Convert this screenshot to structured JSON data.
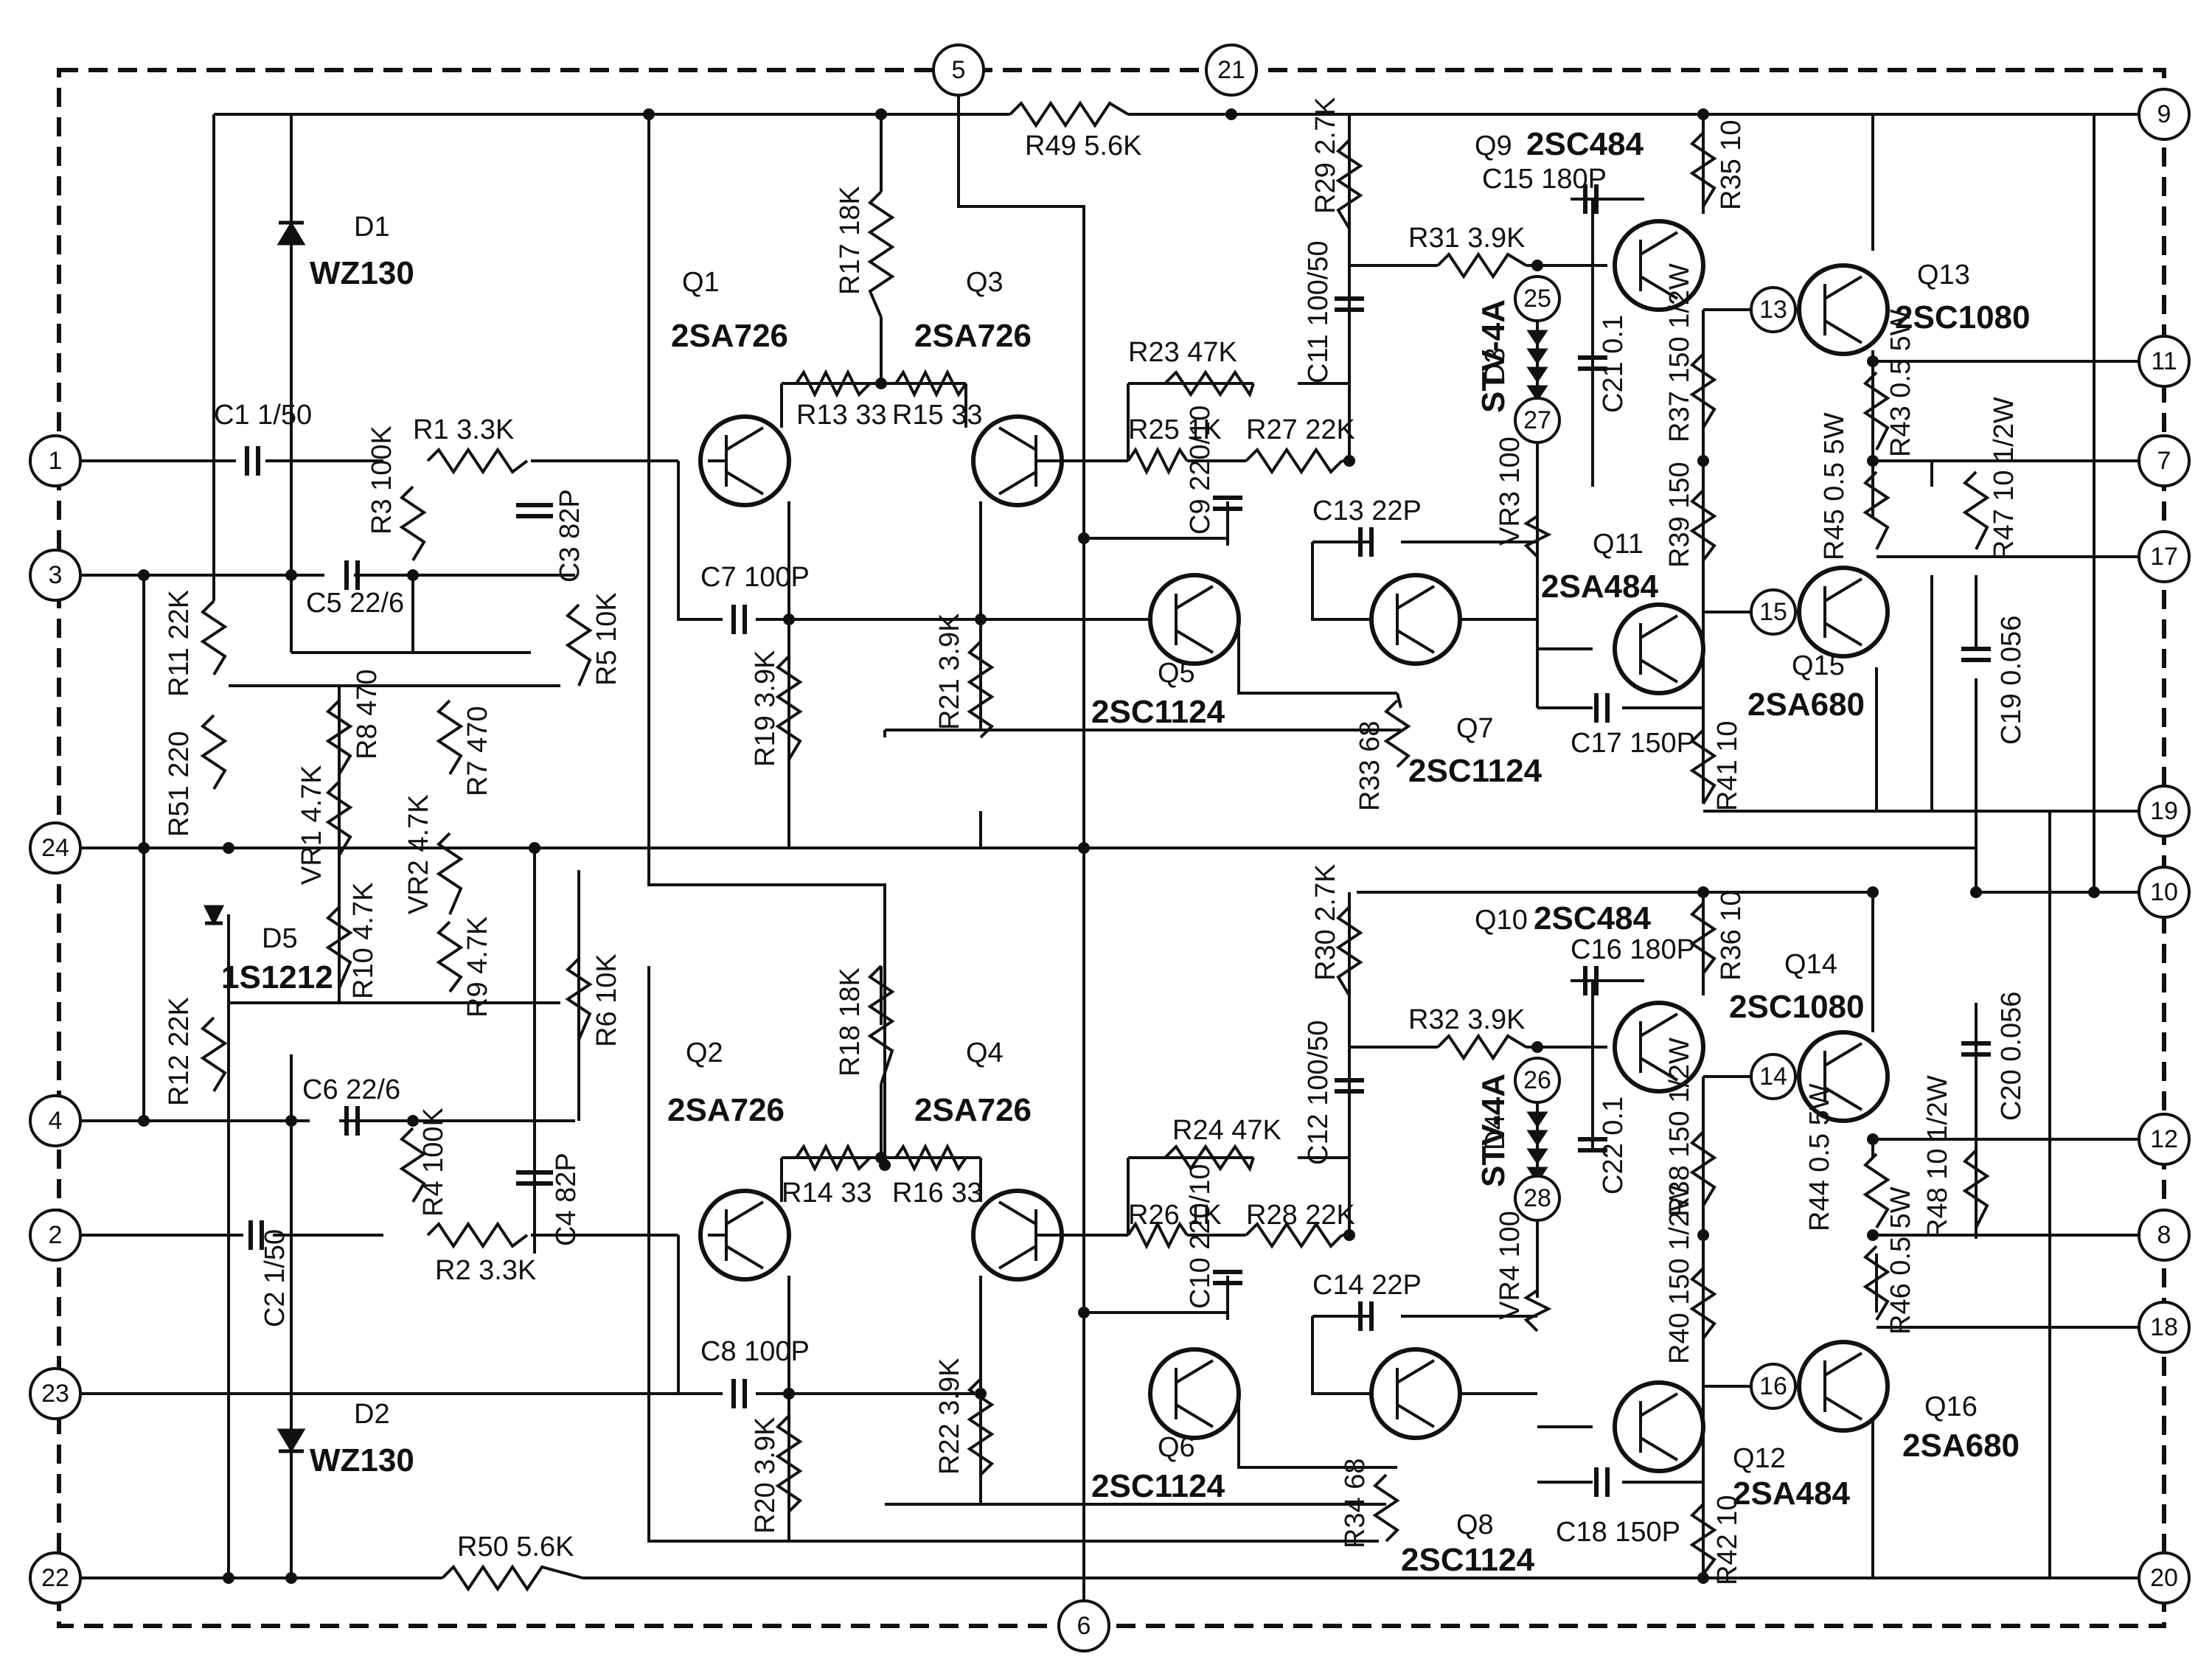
{
  "terminals": {
    "t1": "1",
    "t2": "2",
    "t3": "3",
    "t4": "4",
    "t5": "5",
    "t6": "6",
    "t7": "7",
    "t8": "8",
    "t9": "9",
    "t10": "10",
    "t11": "11",
    "t12": "12",
    "t13": "13",
    "t14": "14",
    "t15": "15",
    "t16": "16",
    "t17": "17",
    "t18": "18",
    "t19": "19",
    "t20": "20",
    "t21": "21",
    "t22": "22",
    "t23": "23",
    "t24": "24",
    "t25": "25",
    "t26": "26",
    "t27": "27",
    "t28": "28"
  },
  "transistors": {
    "q1": {
      "ref": "Q1",
      "part": "2SA726"
    },
    "q2": {
      "ref": "Q2",
      "part": "2SA726"
    },
    "q3": {
      "ref": "Q3",
      "part": "2SA726"
    },
    "q4": {
      "ref": "Q4",
      "part": "2SA726"
    },
    "q5": {
      "ref": "Q5",
      "part": "2SC1124"
    },
    "q6": {
      "ref": "Q6",
      "part": "2SC1124"
    },
    "q7": {
      "ref": "Q7",
      "part": "2SC1124"
    },
    "q8": {
      "ref": "Q8",
      "part": "2SC1124"
    },
    "q9": {
      "ref": "Q9",
      "part": "2SC484"
    },
    "q10": {
      "ref": "Q10",
      "part": "2SC484"
    },
    "q11": {
      "ref": "Q11",
      "part": "2SA484"
    },
    "q12": {
      "ref": "Q12",
      "part": "2SA484"
    },
    "q13": {
      "ref": "Q13",
      "part": "2SC1080"
    },
    "q14": {
      "ref": "Q14",
      "part": "2SC1080"
    },
    "q15": {
      "ref": "Q15",
      "part": "2SA680"
    },
    "q16": {
      "ref": "Q16",
      "part": "2SA680"
    }
  },
  "diodes": {
    "d1": {
      "ref": "D1",
      "part": "WZ130"
    },
    "d2": {
      "ref": "D2",
      "part": "WZ130"
    },
    "d3": {
      "ref": "D3",
      "part": "STV-4A"
    },
    "d4": {
      "ref": "D4",
      "part": "STV-4A"
    },
    "d5": {
      "ref": "D5",
      "part": "1S1212"
    }
  },
  "resistors": {
    "r1": "R1 3.3K",
    "r2": "R2 3.3K",
    "r3": "R3 100K",
    "r4": "R4 100K",
    "r5": "R5 10K",
    "r6": "R6 10K",
    "r7": "R7 470",
    "r8": "R8 470",
    "r9": "R9 4.7K",
    "r10": "R10 4.7K",
    "r11": "R11 22K",
    "r12": "R12 22K",
    "r13": "R13 33",
    "r14": "R14 33",
    "r15": "R15 33",
    "r16": "R16 33",
    "r17": "R17 18K",
    "r18": "R18 18K",
    "r19": "R19 3.9K",
    "r20": "R20 3.9K",
    "r21": "R21 3.9K",
    "r22": "R22 3.9K",
    "r23": "R23 47K",
    "r24": "R24 47K",
    "r25": "R25 1K",
    "r26": "R26 1K",
    "r27": "R27 22K",
    "r28": "R28 22K",
    "r29": "R29 2.7K",
    "r30": "R30 2.7K",
    "r31": "R31 3.9K",
    "r32": "R32 3.9K",
    "r33": "R33 68",
    "r34": "R34 68",
    "r35": "R35 10",
    "r36": "R36 10",
    "r37": "R37 150 1/2W",
    "r38": "R38 150 1/2W",
    "r39": "R39 150",
    "r40": "R40 150 1/2W",
    "r41": "R41 10",
    "r42": "R42 10",
    "r43": "R43 0.5 5W",
    "r44": "R44 0.5 5W",
    "r45": "R45 0.5 5W",
    "r46": "R46 0.5 5W",
    "r47": "R47 10 1/2W",
    "r48": "R48 10 1/2W",
    "r49": "R49 5.6K",
    "r50": "R50 5.6K",
    "r51": "R51 220"
  },
  "capacitors": {
    "c1": "C1 1/50",
    "c2": "C2 1/50",
    "c3": "C3 82P",
    "c4": "C4 82P",
    "c5": "C5 22/6",
    "c6": "C6 22/6",
    "c7": "C7 100P",
    "c8": "C8 100P",
    "c9": "C9 220/10",
    "c10": "C10 220/10",
    "c11": "C11 100/50",
    "c12": "C12 100/50",
    "c13": "C13 22P",
    "c14": "C14 22P",
    "c15": "C15 180P",
    "c16": "C16 180P",
    "c17": "C17 150P",
    "c18": "C18 150P",
    "c19": "C19 0.056",
    "c20": "C20 0.056",
    "c21": "C21 0.1",
    "c22": "C22 0.1"
  },
  "pots": {
    "vr1": "VR1 4.7K",
    "vr2": "VR2 4.7K",
    "vr3": "VR3 100",
    "vr4": "VR4 100"
  }
}
